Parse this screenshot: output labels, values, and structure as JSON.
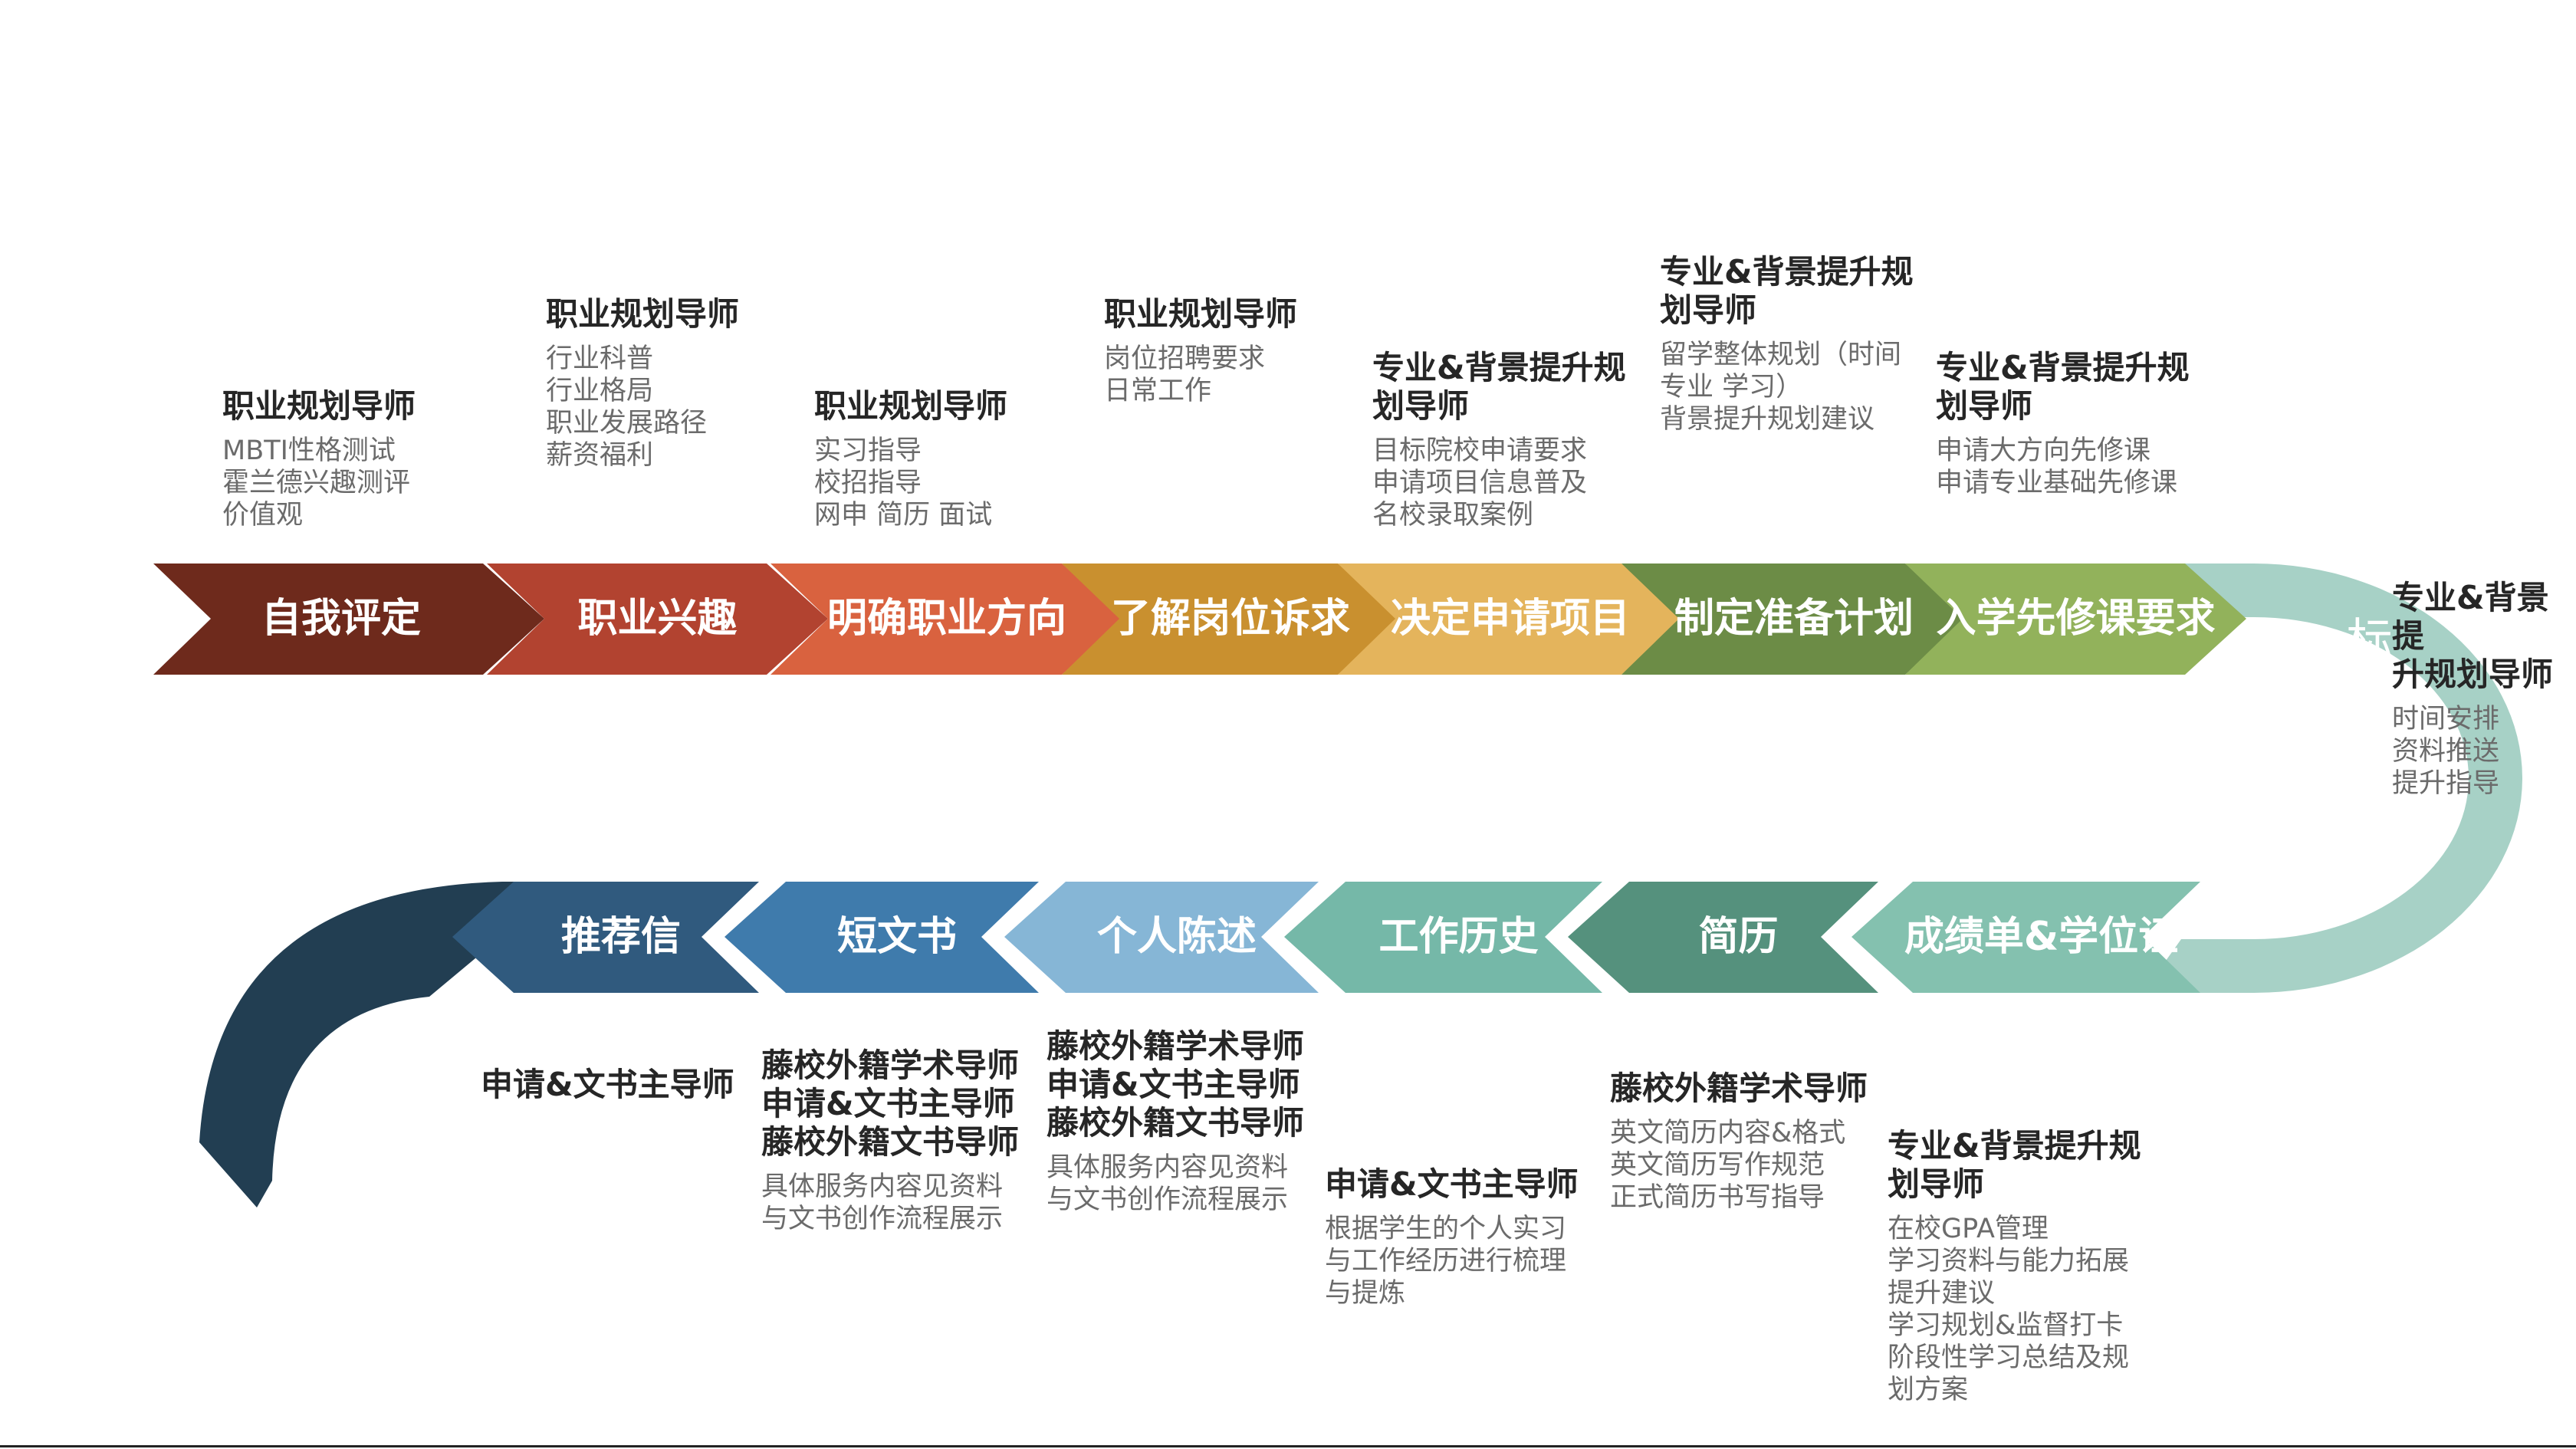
{
  "top_steps": [
    {
      "label": "自我评定",
      "color": "#6E2A1C",
      "mentor": "职业规划导师",
      "items": [
        "MBTI性格测试",
        "霍兰德兴趣测评",
        "价值观"
      ]
    },
    {
      "label": "职业兴趣",
      "color": "#B24330",
      "mentor": "职业规划导师",
      "items": [
        "行业科普",
        "行业格局",
        "职业发展路径",
        "薪资福利"
      ]
    },
    {
      "label": "明确职业方向",
      "color": "#D9623F",
      "mentor": "职业规划导师",
      "items": [
        "实习指导",
        "校招指导",
        "网申 简历 面试"
      ]
    },
    {
      "label": "了解岗位诉求",
      "color": "#C9902F",
      "mentor": "职业规划导师",
      "items": [
        "岗位招聘要求",
        "日常工作"
      ]
    },
    {
      "label": "决定申请项目",
      "color": "#E4B45C",
      "mentor": "专业&背景提升规\n划导师",
      "items": [
        "目标院校申请要求",
        "申请项目信息普及",
        "名校录取案例"
      ]
    },
    {
      "label": "制定准备计划",
      "color": "#6C8C46",
      "mentor": "专业&背景提升规\n划导师",
      "items": [
        "留学整体规划（时间",
        "专业 学习）",
        "背景提升规划建议"
      ]
    },
    {
      "label": "入学先修课要求",
      "color": "#92B25B",
      "mentor": "专业&背景提升规\n划导师",
      "items": [
        "申请大方向先修课",
        "申请专业基础先修课"
      ]
    }
  ],
  "turn": {
    "label": "标化考试",
    "color": "#A7D1C6",
    "mentor": "专业&背景提\n升规划导师",
    "items": [
      "时间安排",
      "资料推送",
      "提升指导"
    ]
  },
  "bottom_steps": [
    {
      "label": "成绩单&学位证",
      "color": "#84C1AF",
      "mentor": "专业&背景提升规\n划导师",
      "items": [
        "在校GPA管理",
        "学习资料与能力拓展",
        "提升建议",
        "学习规划&监督打卡",
        "阶段性学习总结及规",
        "划方案"
      ]
    },
    {
      "label": "简历",
      "color": "#55917D",
      "mentor": "藤校外籍学术导师",
      "items": [
        "英文简历内容&格式",
        "英文简历写作规范",
        "正式简历书写指导"
      ]
    },
    {
      "label": "工作历史",
      "color": "#75B8A8",
      "mentor": "申请&文书主导师",
      "items": [
        "根据学生的个人实习",
        "与工作经历进行梳理",
        "与提炼"
      ]
    },
    {
      "label": "个人陈述",
      "color": "#86B6D6",
      "mentor": "藤校外籍学术导师\n申请&文书主导师\n藤校外籍文书导师",
      "items": [
        "具体服务内容见资料",
        "与文书创作流程展示"
      ]
    },
    {
      "label": "短文书",
      "color": "#3F7BAC",
      "mentor": "藤校外籍学术导师\n申请&文书主导师\n藤校外籍文书导师",
      "items": [
        "具体服务内容见资料",
        "与文书创作流程展示"
      ]
    },
    {
      "label": "推荐信",
      "color": "#305A7E",
      "mentor": "申请&文书主导师",
      "items": []
    }
  ],
  "tail_color": "#223E52"
}
